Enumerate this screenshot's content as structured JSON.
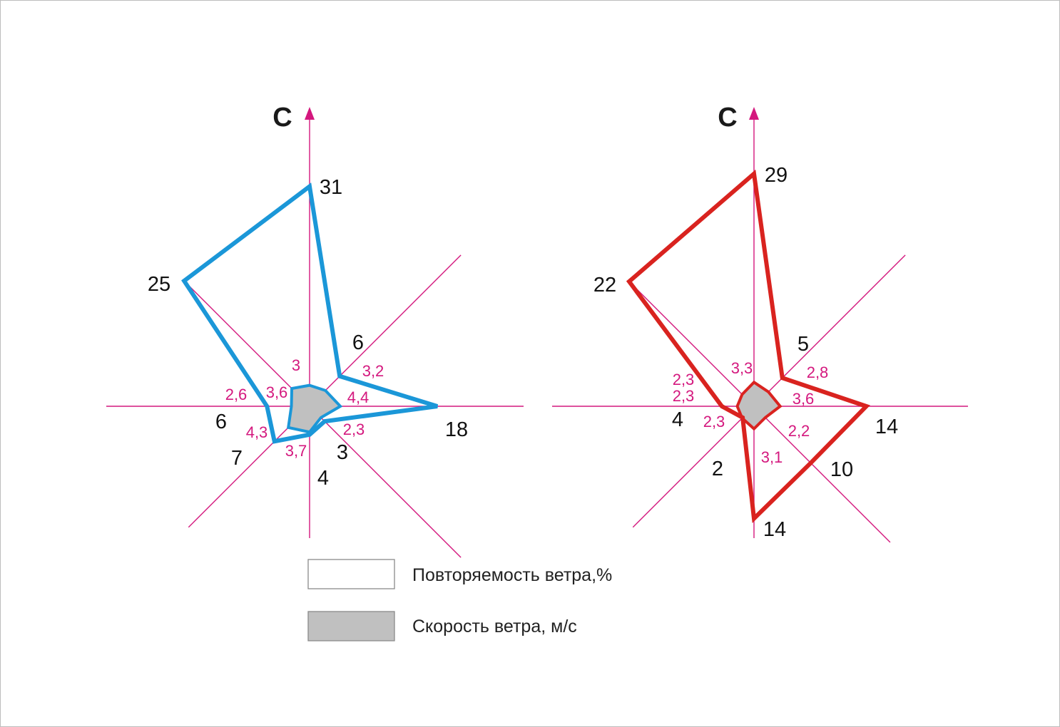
{
  "chart_data": [
    {
      "type": "radar",
      "north_label": "С",
      "directions": [
        "N",
        "NE",
        "E",
        "SE",
        "S",
        "SW",
        "W",
        "NW"
      ],
      "series": [
        {
          "name": "Повторяемость ветра,%",
          "values": [
            31,
            6,
            18,
            3,
            4,
            7,
            6,
            25
          ],
          "labels": [
            "31",
            "6",
            "18",
            "3",
            "4",
            "7",
            "6",
            "25"
          ],
          "color": "#1b97d8"
        },
        {
          "name": "Скорость ветра, м/с",
          "values": [
            3.0,
            3.2,
            4.4,
            2.3,
            3.7,
            4.3,
            2.6,
            3.6
          ],
          "labels": [
            "3",
            "3,2",
            "4,4",
            "2,3",
            "3,7",
            "4,3",
            "2,6",
            "3,6"
          ],
          "color": "#c0c0c0"
        }
      ]
    },
    {
      "type": "radar",
      "north_label": "С",
      "directions": [
        "N",
        "NE",
        "E",
        "SE",
        "S",
        "SW",
        "W",
        "NW"
      ],
      "series": [
        {
          "name": "Повторяемость ветра,%",
          "values": [
            29,
            5,
            14,
            10,
            14,
            2,
            4,
            22
          ],
          "labels": [
            "29",
            "5",
            "14",
            "10",
            "14",
            "2",
            "4",
            "22"
          ],
          "color": "#d9231f"
        },
        {
          "name": "Скорость ветра, м/с",
          "values": [
            3.3,
            2.8,
            3.6,
            2.2,
            3.1,
            2.3,
            2.3,
            2.3
          ],
          "labels": [
            "3,3",
            "2,8",
            "3,6",
            "2,2",
            "3,1",
            "2,3",
            "2,3",
            "2,3"
          ],
          "color": "#c0c0c0"
        }
      ]
    }
  ],
  "legend": [
    {
      "label": "Повторяемость ветра,%",
      "swatch": "#ffffff"
    },
    {
      "label": "Скорость ветра, м/с",
      "swatch": "#c0c0c0"
    }
  ],
  "axis_color": "#d4187e"
}
